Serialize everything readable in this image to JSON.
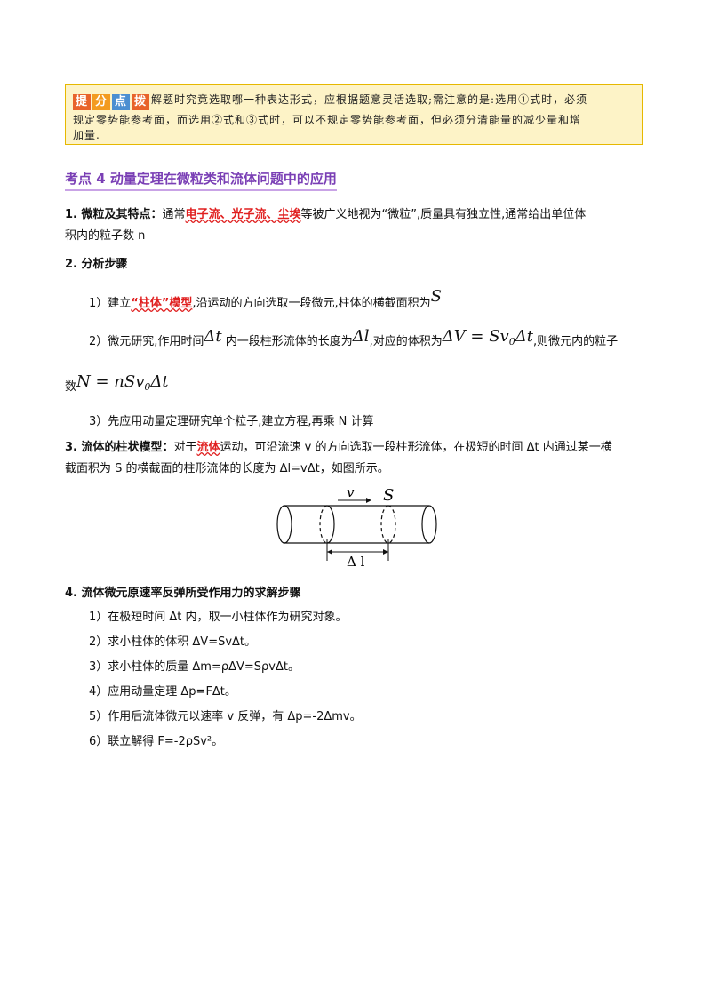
{
  "tip": {
    "badges": [
      "提",
      "分",
      "点",
      "拨"
    ],
    "line1": "解题时究竟选取哪一种表达形式，应根据题意灵活选取;需注意的是:选用①式时，必须",
    "line2": "规定零势能参考面，而选用②式和③式时，可以不规定零势能参考面，但必须分清能量的减少量和增",
    "line3": "加量."
  },
  "heading": "考点 4  动量定理在微粒类和流体问题中的应用",
  "s1": {
    "title": "1. 微粒及其特点：",
    "pre": "通常",
    "highlight": "电子流、光子流、尘埃",
    "post": "等被广义地视为“微粒”,质量具有独立性,通常给出单位体",
    "line2": "积内的粒子数 n"
  },
  "s2": {
    "title": "2. 分析步骤",
    "step1_pre": "1）建立",
    "step1_hl": "“柱体”模型",
    "step1_post": ",沿运动的方向选取一段微元,柱体的横截面积为",
    "step1_math": "S",
    "step2_a": "2）微元研究,作用时间",
    "step2_m1": "Δt",
    "step2_b": "内一段柱形流体的长度为",
    "step2_m2": "Δl",
    "step2_c": ",对应的体积为",
    "step2_m3": "ΔV = Sv",
    "step2_m3sub": "0",
    "step2_m3end": "Δt",
    "step2_d": ",则微元内的粒子",
    "step2_e": "数",
    "step2_m4": "N = nSv",
    "step2_m4sub": "0",
    "step2_m4end": "Δt",
    "step3": "3）先应用动量定理研究单个粒子,建立方程,再乘 N 计算"
  },
  "s3": {
    "title": "3. 流体的柱状模型：",
    "pre": "对于",
    "hl": "流体",
    "post": "运动，可沿流速 v 的方向选取一段柱形流体，在极短的时间 Δt 内通过某一横",
    "line2": "截面积为 S 的横截面的柱形流体的长度为 Δl=vΔt，如图所示。"
  },
  "figure": {
    "v": "v",
    "S": "S",
    "dl": "Δ l"
  },
  "s4": {
    "title": "4. 流体微元原速率反弹所受作用力的求解步骤",
    "steps": [
      "1）在极短时间 Δt 内，取一小柱体作为研究对象。",
      "2）求小柱体的体积 ΔV=SvΔt。",
      "3）求小柱体的质量 Δm=ρΔV=SρvΔt。",
      "4）应用动量定理 Δp=FΔt。",
      "5）作用后流体微元以速率 v 反弹，有 Δp=-2Δmv。",
      "6）联立解得 F=-2ρSv²。"
    ]
  }
}
